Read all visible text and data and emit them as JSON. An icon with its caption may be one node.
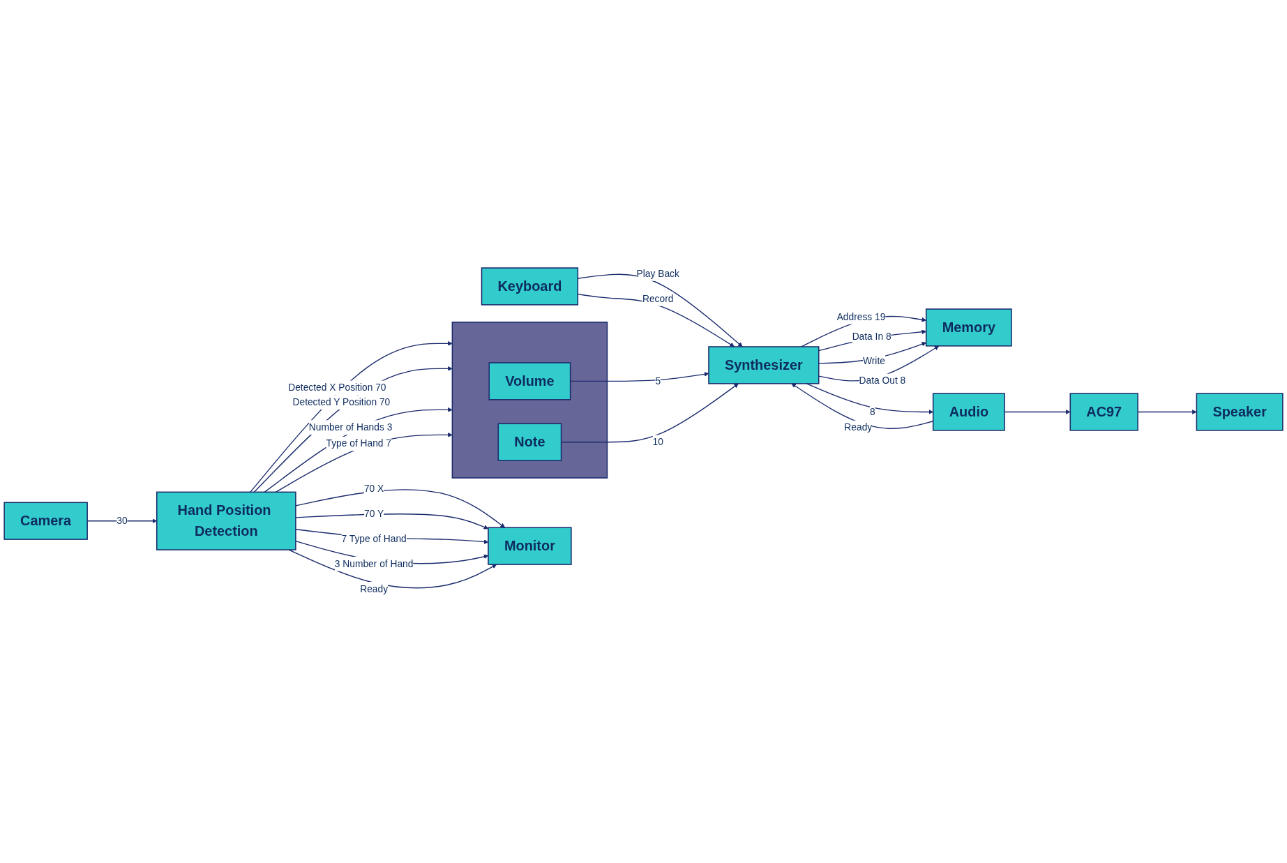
{
  "diagram": {
    "nodes": [
      {
        "text": [
          "Camera"
        ]
      },
      {
        "text": [
          "Memory"
        ]
      },
      {
        "text": [
          "Keyboard"
        ]
      },
      {
        "text": [
          "Hand Position Detection"
        ]
      },
      {
        "text": [],
        "shape": "box"
      },
      {
        "text": [
          "Volume"
        ],
        "in": 4
      },
      {
        "text": [
          "Note"
        ],
        "in": 4
      },
      {
        "text": [
          "Synthesizer"
        ]
      },
      {
        "text": [
          "Audio"
        ]
      },
      {
        "text": [
          "AC97"
        ]
      },
      {
        "text": [
          "Speaker"
        ]
      },
      {
        "text": [
          "Monitor"
        ]
      }
    ],
    "edges": [
      {
        "from": 0,
        "to": 3,
        "arrow": "to",
        "label": "30"
      },
      {
        "from": 7,
        "to": 1,
        "arrow": "to",
        "label": "Address 19"
      },
      {
        "from": 7,
        "to": 1,
        "arrow": "to",
        "label": "Data In 8"
      },
      {
        "from": 7,
        "to": 1,
        "arrow": "to",
        "label": "Write"
      },
      {
        "from": 7,
        "to": 1,
        "arrow": "to",
        "label": "Data Out 8"
      },
      {
        "from": 2,
        "to": 7,
        "arrow": "to",
        "label": "Play Back"
      },
      {
        "from": 2,
        "to": 7,
        "arrow": "to",
        "label": "Record"
      },
      {
        "from": 3,
        "to": 4,
        "arrow": "to",
        "label": "Detected X Position 70"
      },
      {
        "from": 3,
        "to": 4,
        "arrow": "to",
        "label": "Detected Y Position 70"
      },
      {
        "from": 3,
        "to": 4,
        "arrow": "to",
        "label": "Number of Hands 3"
      },
      {
        "from": 3,
        "to": 4,
        "arrow": "to",
        "label": "Type of Hand 7"
      },
      {
        "from": 5,
        "to": 7,
        "arrow": "to",
        "label": "5"
      },
      {
        "from": 6,
        "to": 7,
        "arrow": "to",
        "label": "10"
      },
      {
        "from": 7,
        "to": 8,
        "arrow": "to",
        "label": "8"
      },
      {
        "from": 8,
        "to": 7,
        "arrow": "to",
        "label": "Ready"
      },
      {
        "from": 8,
        "to": 9,
        "arrow": "to"
      },
      {
        "from": 9,
        "to": 10,
        "arrow": "to"
      },
      {
        "from": 3,
        "to": 11,
        "arrow": "to",
        "label": "70 X"
      },
      {
        "from": 3,
        "to": 11,
        "arrow": "to",
        "label": "70 Y"
      },
      {
        "from": 3,
        "to": 11,
        "arrow": "to",
        "label": "7 Type of Hand"
      },
      {
        "from": 3,
        "to": 11,
        "arrow": "to",
        "label": "3 Number of Hand"
      },
      {
        "from": 3,
        "to": 11,
        "arrow": "to",
        "label": "Ready"
      }
    ]
  }
}
